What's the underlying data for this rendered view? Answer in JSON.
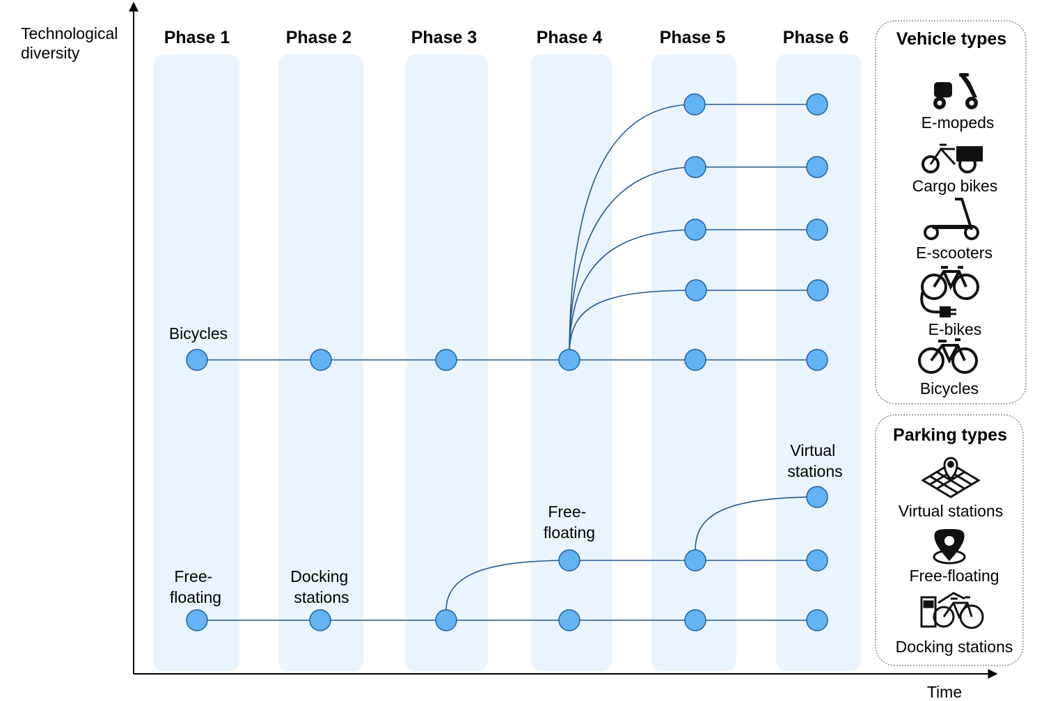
{
  "axes": {
    "y_label_lines": [
      "Technological",
      "diversity"
    ],
    "x_label": "Time"
  },
  "phases": [
    "Phase 1",
    "Phase 2",
    "Phase 3",
    "Phase 4",
    "Phase 5",
    "Phase 6"
  ],
  "node_labels": {
    "bicycles": "Bicycles",
    "free_floating_start": [
      "Free-",
      "floating"
    ],
    "docking_stations": [
      "Docking",
      "stations"
    ],
    "free_floating_phase4": [
      "Free-",
      "floating"
    ],
    "virtual_stations": [
      "Virtual",
      "stations"
    ]
  },
  "vehicle_legend": {
    "title": "Vehicle types",
    "items": [
      {
        "label": "E-mopeds",
        "icon": "e-moped-icon"
      },
      {
        "label": "Cargo bikes",
        "icon": "cargo-bike-icon"
      },
      {
        "label": "E-scooters",
        "icon": "e-scooter-icon"
      },
      {
        "label": "E-bikes",
        "icon": "e-bike-icon"
      },
      {
        "label": "Bicycles",
        "icon": "bicycle-icon"
      }
    ]
  },
  "parking_legend": {
    "title": "Parking types",
    "items": [
      {
        "label": "Virtual stations",
        "icon": "map-pin-icon"
      },
      {
        "label": "Free-floating",
        "icon": "location-pin-icon"
      },
      {
        "label": "Docking stations",
        "icon": "docked-bikes-icon"
      }
    ]
  },
  "colors": {
    "phase_band": "#eaf4fe",
    "node_fill": "#63b3f5",
    "node_stroke": "#1f5f9e",
    "line": "#24588f",
    "legend_border": "#888888"
  }
}
